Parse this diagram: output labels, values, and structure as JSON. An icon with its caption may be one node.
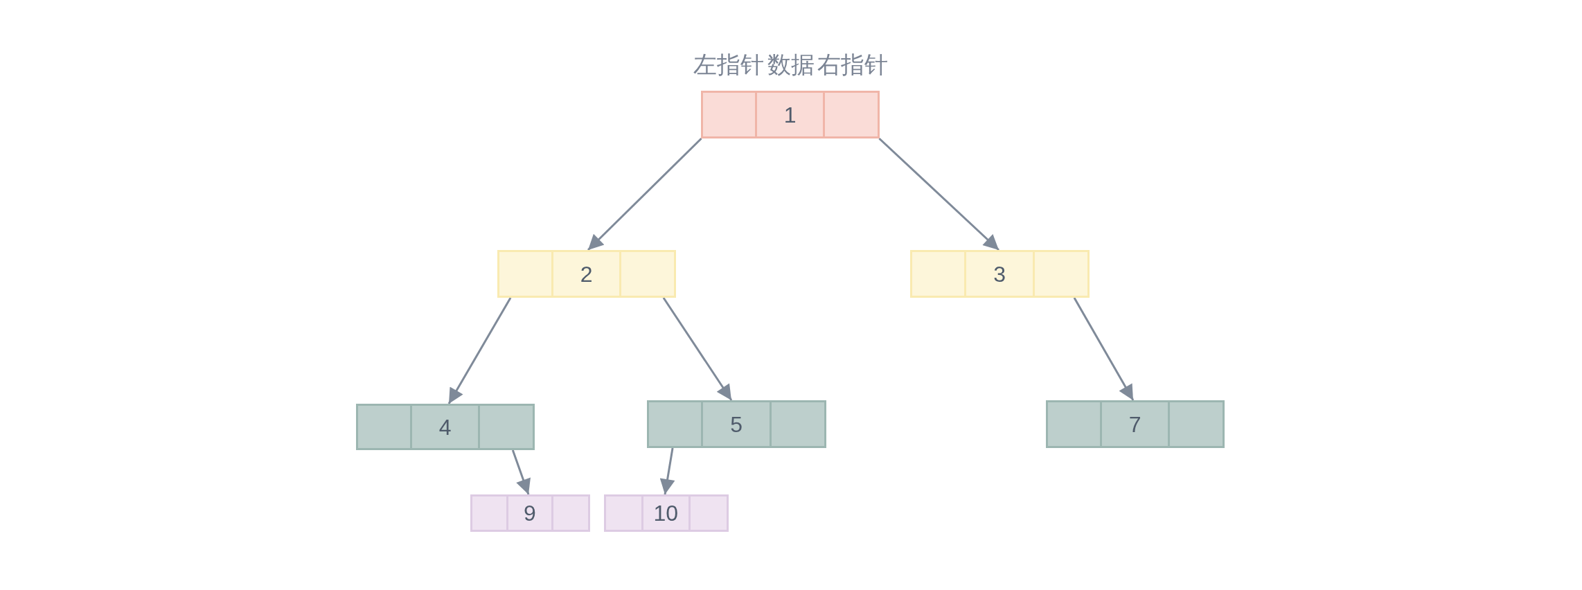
{
  "diagram": {
    "nodes": [
      {
        "text": [
          "1"
        ]
      },
      {
        "text": [
          "2"
        ]
      },
      {
        "text": [
          "3"
        ]
      },
      {
        "text": [
          "4"
        ]
      },
      {
        "text": [
          "5"
        ]
      },
      {
        "text": [
          "7"
        ]
      },
      {
        "text": [
          "9"
        ]
      },
      {
        "text": [
          "10"
        ]
      }
    ],
    "edges": [
      {
        "from": 0,
        "to": 1,
        "arrow": "to"
      },
      {
        "from": 0,
        "to": 2,
        "arrow": "to"
      },
      {
        "from": 1,
        "to": 3,
        "arrow": "to"
      },
      {
        "from": 1,
        "to": 4,
        "arrow": "to"
      },
      {
        "from": 2,
        "to": 5,
        "arrow": "to"
      },
      {
        "from": 3,
        "to": 6,
        "arrow": "to"
      },
      {
        "from": 4,
        "to": 7,
        "arrow": "to"
      }
    ],
    "labels": [
      "左指针",
      "数据",
      "右指针"
    ]
  }
}
